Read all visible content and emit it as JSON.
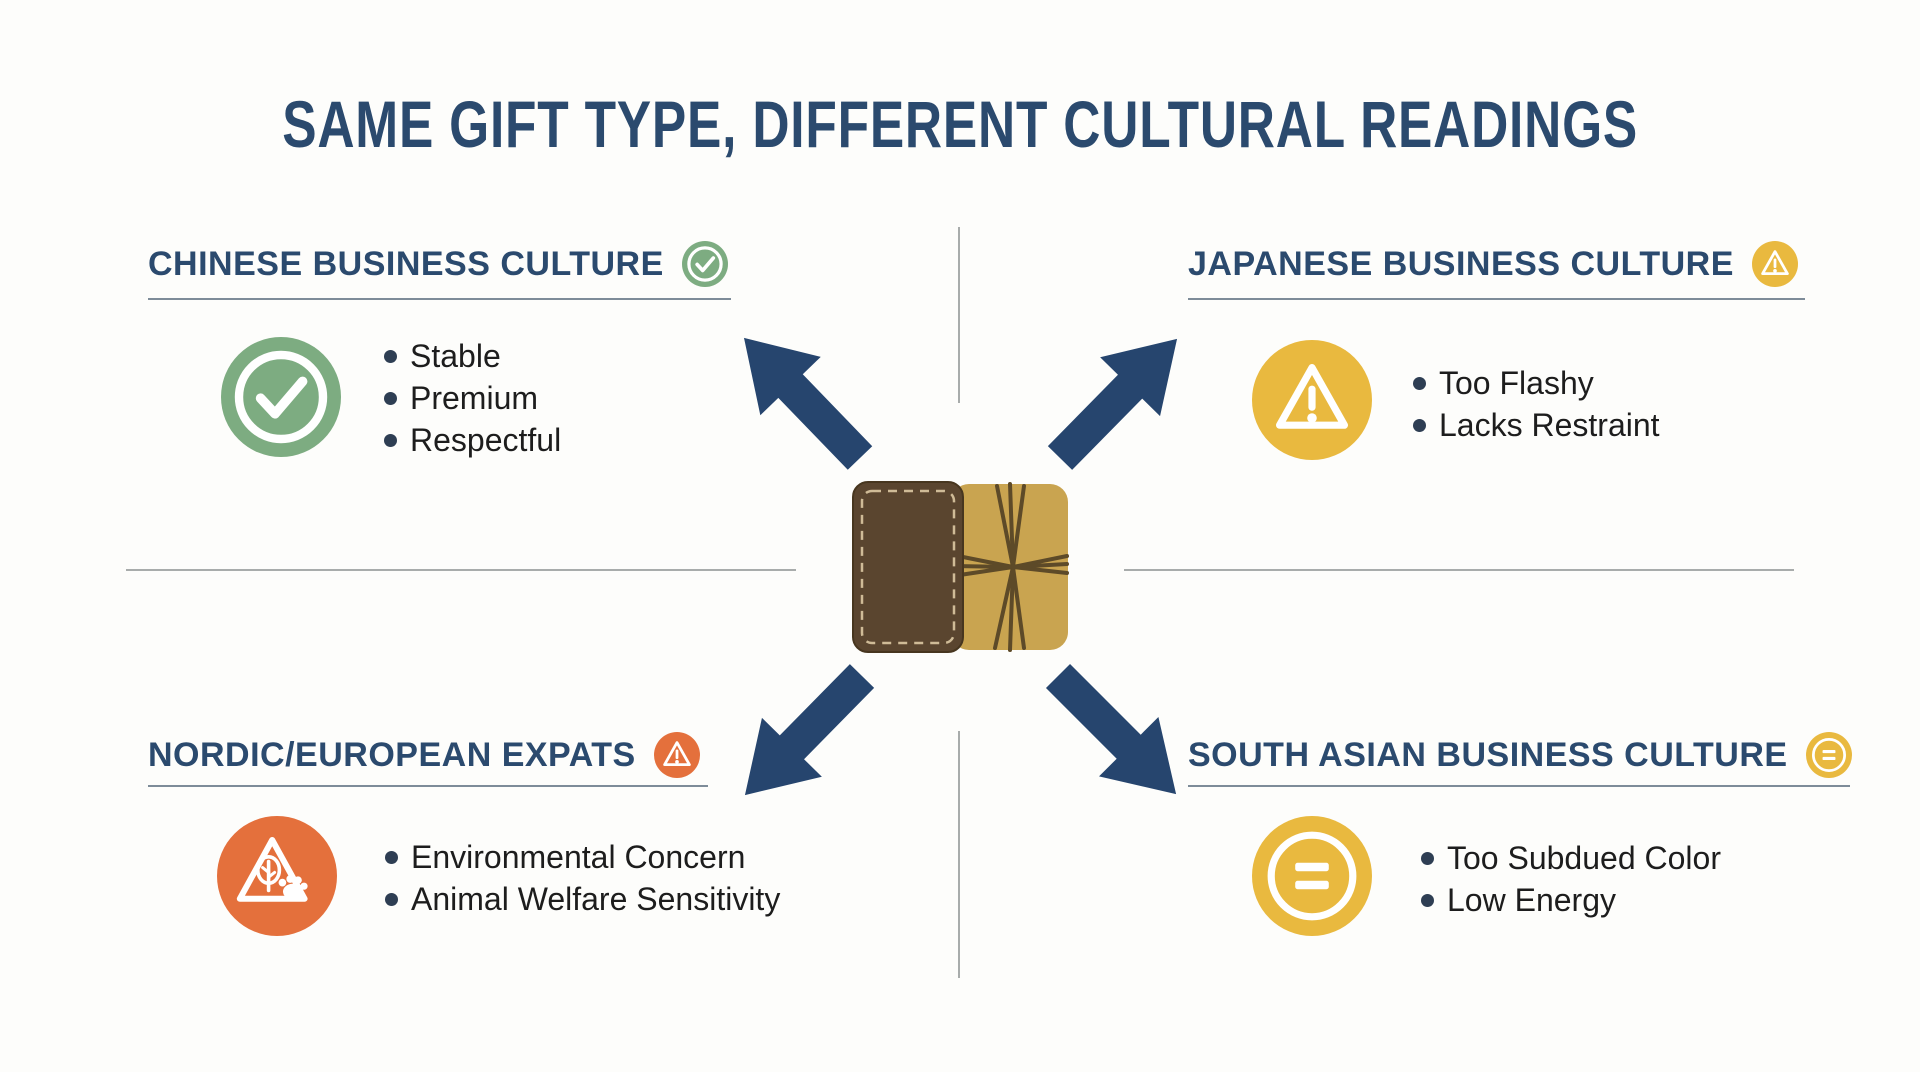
{
  "title": "SAME GIFT TYPE, DIFFERENT CULTURAL READINGS",
  "center": {
    "gift_icon": "leather-and-gold-wrapped-gift-icon",
    "arrow_icons": [
      "arrow-top-left",
      "arrow-top-right",
      "arrow-bottom-left",
      "arrow-bottom-right"
    ]
  },
  "colors": {
    "heading_navy": "#2b4a6e",
    "arrow_navy": "#26456e",
    "positive_green": "#7dac81",
    "warning_yellow": "#e9b93f",
    "alert_orange": "#e4703c",
    "gift_leather_brown": "#5a452f",
    "gift_wrap_gold": "#c9a450",
    "divider_gray": "#a8acab",
    "body_text": "#1d1d1d"
  },
  "quadrants": [
    {
      "title": "CHINESE BUSINESS CULTURE",
      "badge": "check",
      "icon": "check-circle-icon",
      "items": [
        "Stable",
        "Premium",
        "Respectful"
      ]
    },
    {
      "title": "JAPANESE BUSINESS CULTURE",
      "badge": "warning",
      "icon": "warning-triangle-icon",
      "items": [
        "Too Flashy",
        "Lacks Restraint"
      ]
    },
    {
      "title": "NORDIC/EUROPEAN EXPATS",
      "badge": "warning",
      "icon": "eco-warning-icon",
      "items": [
        "Environmental Concern",
        "Animal Welfare Sensitivity"
      ]
    },
    {
      "title": "SOUTH ASIAN BUSINESS CULTURE",
      "badge": "neutral",
      "icon": "equal-circle-icon",
      "items": [
        "Too Subdued Color",
        "Low Energy"
      ]
    }
  ]
}
